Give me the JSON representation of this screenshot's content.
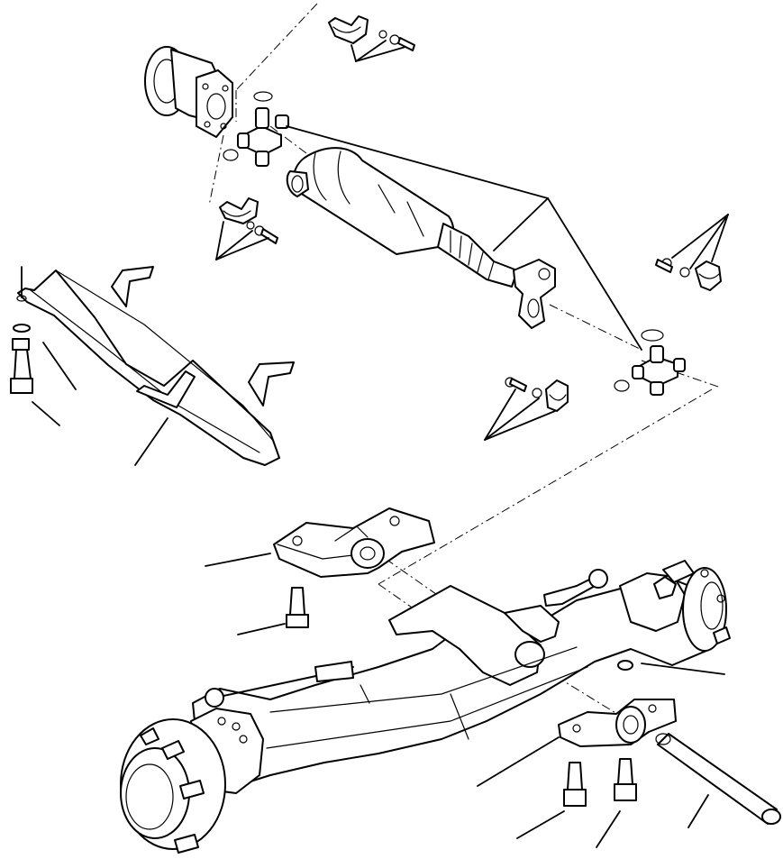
{
  "figure": {
    "type": "exploded-parts-diagram",
    "parts": [
      "drive-shaft-flange",
      "universal-joint-front",
      "propeller-shaft",
      "slip-yoke",
      "universal-joint-rear",
      "strap-clamp-set-upper",
      "strap-clamp-set-left",
      "strap-clamp-set-right",
      "strap-clamp-set-lower",
      "axle-support-bracket-rear",
      "support-bolt",
      "mounting-bracket-front",
      "front-axle-housing",
      "wheel-hub-left",
      "wheel-hub-right",
      "pivot-pin",
      "pivot-cap",
      "cap-bolt"
    ]
  }
}
